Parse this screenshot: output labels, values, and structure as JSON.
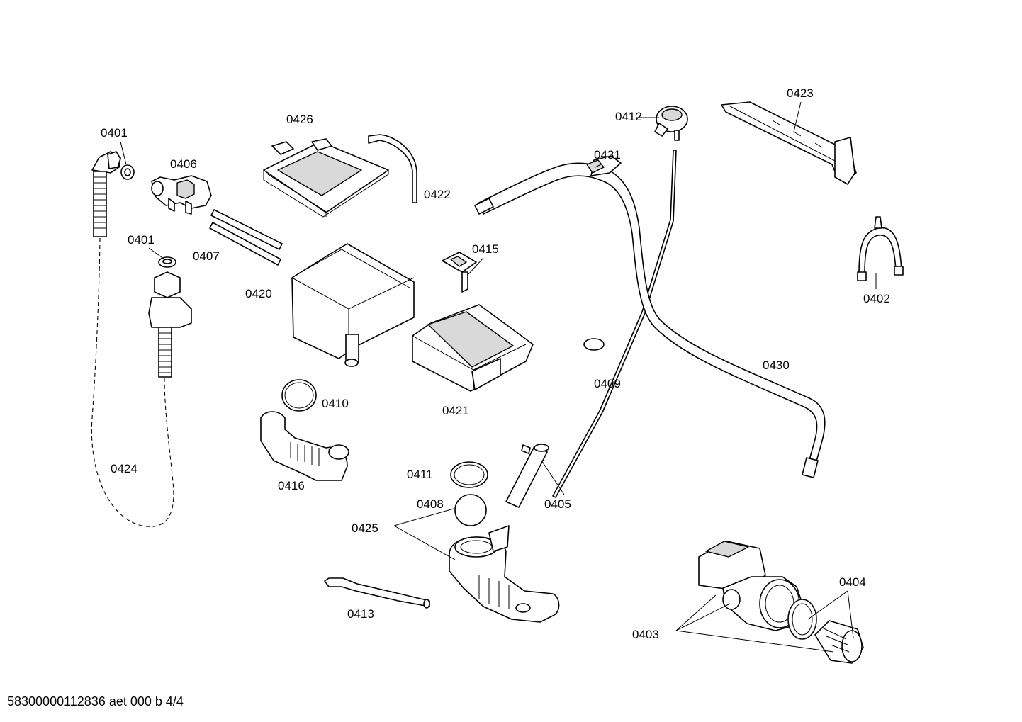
{
  "labels": {
    "p0401a": "0401",
    "p0401b": "0401",
    "p0402": "0402",
    "p0403": "0403",
    "p0404": "0404",
    "p0405": "0405",
    "p0406": "0406",
    "p0407": "0407",
    "p0408": "0408",
    "p0409": "0409",
    "p0410": "0410",
    "p0411": "0411",
    "p0412": "0412",
    "p0413": "0413",
    "p0415": "0415",
    "p0416": "0416",
    "p0420": "0420",
    "p0421": "0421",
    "p0422": "0422",
    "p0423": "0423",
    "p0424": "0424",
    "p0425": "0425",
    "p0426": "0426",
    "p0430": "0430",
    "p0431": "0431"
  },
  "footer": {
    "code": "58300000112836 aet 000 b 4/4"
  }
}
